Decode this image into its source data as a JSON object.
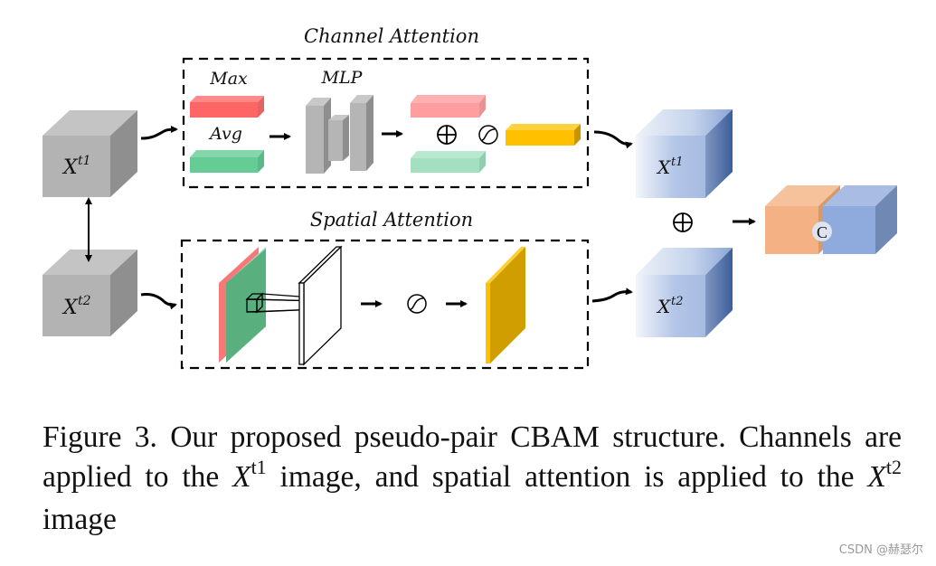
{
  "figure": {
    "channel_attention": {
      "title": "Channel Attention",
      "max_label": "Max",
      "avg_label": "Avg",
      "mlp_label": "MLP",
      "add_symbol": "⊕",
      "colors": {
        "max": "#ff6b6b",
        "avg": "#66cc99",
        "max_out": "#ff9e9e",
        "avg_out": "#a3dfc0",
        "output": "#ffc000",
        "mlp": "#b5b5b5"
      }
    },
    "spatial_attention": {
      "title": "Spatial Attention",
      "colors": {
        "max_map": "#f87878",
        "avg_map": "#5aaf7f",
        "output": "#d9a300"
      }
    },
    "inputs": {
      "x_t1": {
        "base": "X",
        "sup": "t1"
      },
      "x_t2": {
        "base": "X",
        "sup": "t2"
      }
    },
    "outputs": {
      "x_t1": {
        "base": "X",
        "sup": "t1"
      },
      "x_t2": {
        "base": "X",
        "sup": "t2"
      }
    },
    "merge_symbol": "⊕",
    "concat_symbol": "C",
    "concat_colors": {
      "left": "#f4b183",
      "right": "#8faadc"
    }
  },
  "caption": {
    "prefix": "Figure 3.  Our proposed pseudo-pair CBAM structure.  Channels are applied to the ",
    "math1_base": "X",
    "math1_sup": "t1",
    "middle": " image, and spatial attention is applied to the ",
    "math2_base": "X",
    "math2_sup": "t2",
    "suffix": " image"
  },
  "watermark": "CSDN @赫瑟尔"
}
